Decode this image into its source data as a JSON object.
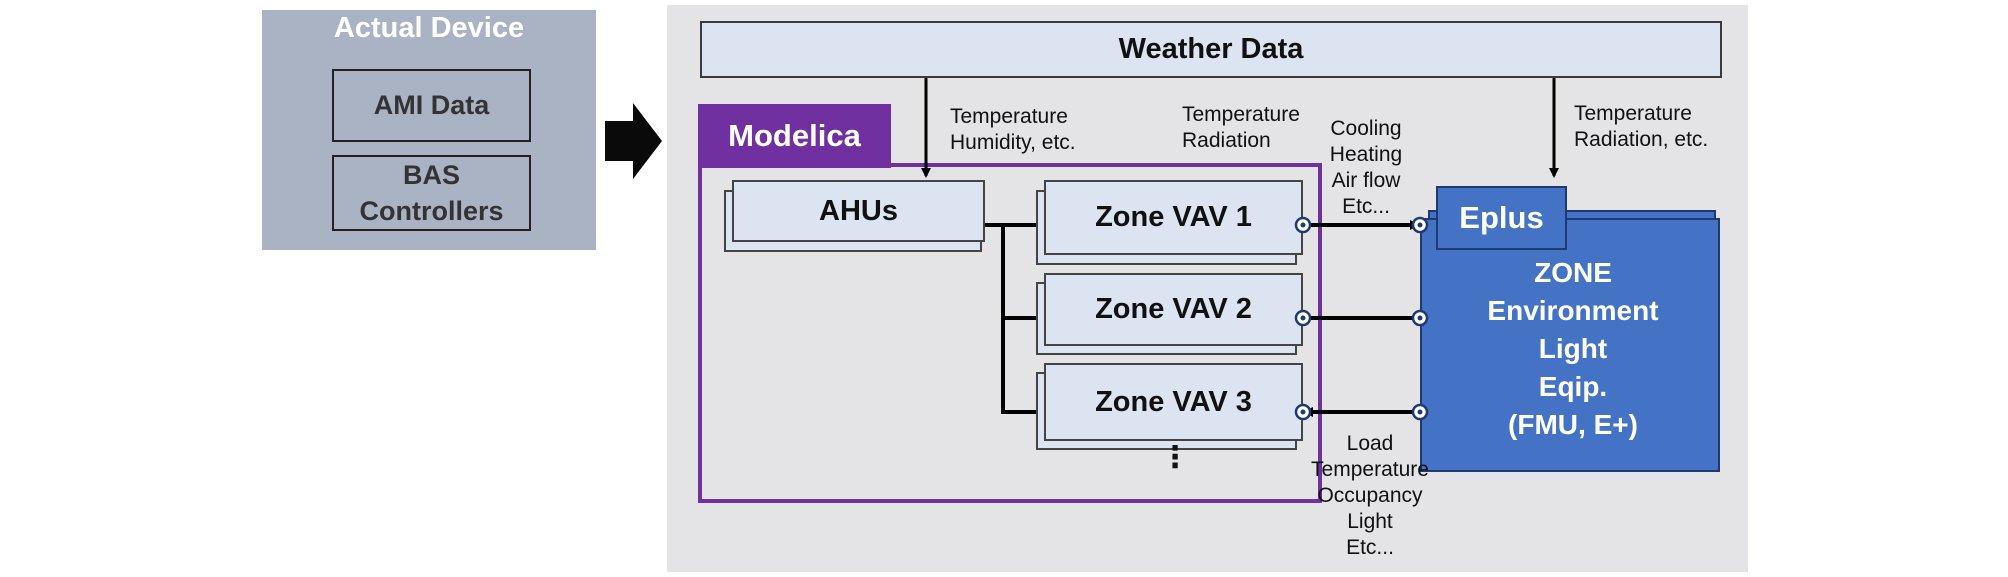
{
  "actual_device": {
    "title": "Actual  Device",
    "ami": "AMI Data",
    "bas": "BAS\nControllers"
  },
  "simulation": {
    "weather": "Weather Data",
    "modelica": "Modelica",
    "ahu": "AHUs",
    "vav": [
      "Zone VAV 1",
      "Zone VAV 2",
      "Zone VAV 3"
    ],
    "more": "⋮",
    "eplus": "Eplus",
    "zone": "ZONE\nEnvironment\nLight\nEqip.\n(FMU, E+)"
  },
  "labels": {
    "temp_humidity": "Temperature\nHumidity, etc.",
    "temp_radiation": "Temperature\nRadiation",
    "cooling": "Cooling\nHeating\nAir flow\nEtc...",
    "temp_radiation_etc": "Temperature\nRadiation, etc.",
    "load": "Load\nTemperature\nOccupancy\nLight\nEtc..."
  },
  "colors": {
    "modelica": "#7030a0",
    "eplus": "#4472c4",
    "box_fill": "#dce3f1",
    "device_panel": "#aab3c4",
    "sim_panel": "#e4e3e6"
  }
}
